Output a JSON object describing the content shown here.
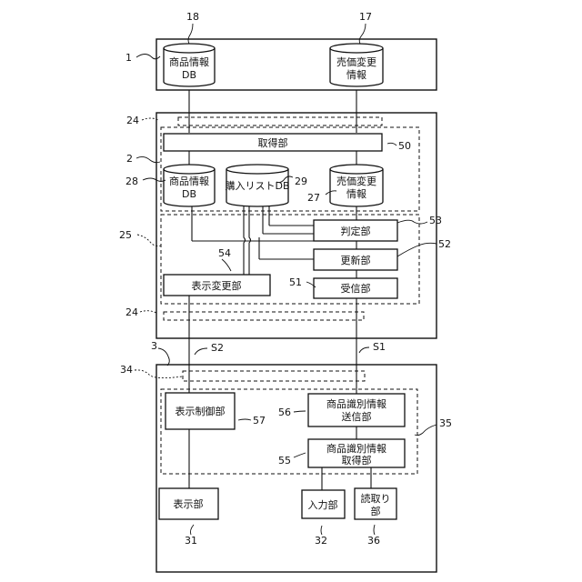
{
  "nodes": {
    "shohin_db_1": {
      "line1": "商品情報",
      "line2": "DB"
    },
    "baika_1": {
      "line1": "売価変更",
      "line2": "情報"
    },
    "shutoku": {
      "label": "取得部"
    },
    "shohin_db_2": {
      "line1": "商品情報",
      "line2": "DB"
    },
    "konyu_db": {
      "label": "購入リストDB"
    },
    "baika_2": {
      "line1": "売価変更",
      "line2": "情報"
    },
    "hantei": {
      "label": "判定部"
    },
    "koshin": {
      "label": "更新部"
    },
    "jushin": {
      "label": "受信部"
    },
    "hyoji_henko": {
      "label": "表示変更部"
    },
    "hyoji_seigyo": {
      "label": "表示制御部"
    },
    "shikibetsu_soshin": {
      "line1": "商品識別情報",
      "line2": "送信部"
    },
    "shikibetsu_shutoku": {
      "line1": "商品識別情報",
      "line2": "取得部"
    },
    "hyoji": {
      "label": "表示部"
    },
    "nyuryoku": {
      "label": "入力部"
    },
    "yomitori": {
      "line1": "読取り",
      "line2": "部"
    }
  },
  "refs": {
    "r1": "1",
    "r2": "2",
    "r3": "3",
    "r17": "17",
    "r18": "18",
    "r24a": "24",
    "r24b": "24",
    "r25": "25",
    "r27": "27",
    "r28": "28",
    "r29": "29",
    "r31": "31",
    "r32": "32",
    "r34": "34",
    "r35": "35",
    "r36": "36",
    "r50": "50",
    "r51": "51",
    "r52": "52",
    "r53": "53",
    "r54": "54",
    "r55": "55",
    "r56": "56",
    "r57": "57"
  },
  "signals": {
    "s1": "S1",
    "s2": "S2"
  }
}
